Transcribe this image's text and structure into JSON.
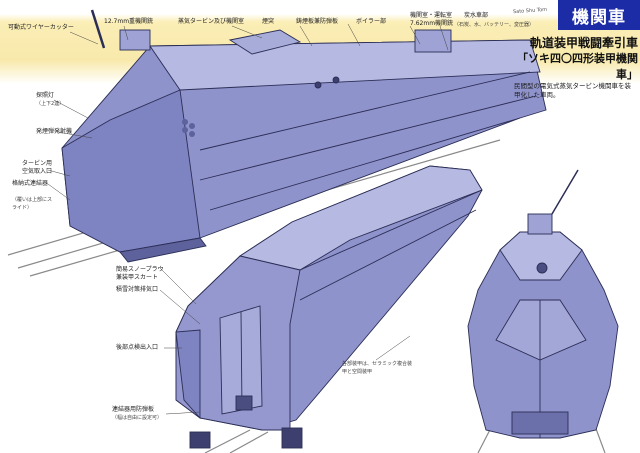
{
  "title": "機関車",
  "subtitle_1": "軌道装甲戦闘牽引車",
  "subtitle_2": "「ソキ四〇四形装甲機関車」",
  "description": "民間型の電気式蒸気タービン機関車を装甲化した車両。",
  "signature": "Sato Shu Tom",
  "labels": {
    "wire_cutter": "可動式ワイヤーカッター",
    "mg_12_7": "12.7mm重機関銃",
    "turbine": "蒸気タービン及び機関室",
    "chimney": "煙突",
    "smoke_plate": "鋳煙板兼防弾板",
    "boiler": "ボイラー部",
    "cab": "機関室・運転室",
    "mg_7_62": "7.62mm機関銃",
    "water_tank": "炭水車部",
    "water_tank_note": "（石炭、水、バッテリー、変圧器）",
    "searchlight": "探照灯",
    "searchlight_note": "（上下2連）",
    "smoke_launcher": "発煙弾発射機",
    "turbine_intake": "タービン用空気取入口",
    "coupler": "格納式連結器",
    "coupler_note": "（覆いは上部にスライド）",
    "snowplow": "簡易スノープラウ兼装甲スカート",
    "snow_exhaust": "積雪対策排気口",
    "rear_intake": "後部点検出入口",
    "armor_note": "各部装甲は、セラミック複合装甲と空間装甲",
    "coupler_plate": "連結器用防弾板",
    "coupler_plate_note": "（幅は自由に設定可）"
  },
  "colors": {
    "armor": "#8f93cc",
    "armor_light": "#b6b9e2",
    "armor_dark": "#5d619c",
    "band": "#f8e9ab",
    "title_box": "#1c2ba6"
  }
}
